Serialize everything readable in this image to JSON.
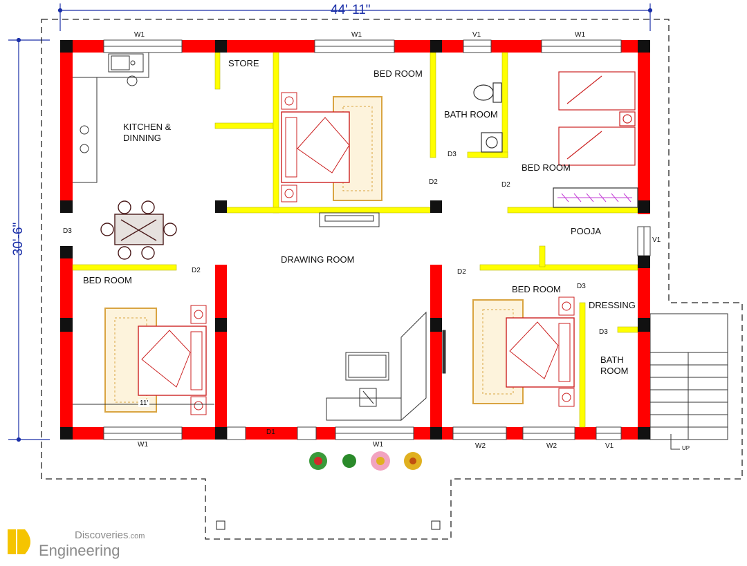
{
  "dimensions": {
    "width": "44'-11\"",
    "height": "30'-6\""
  },
  "rooms": {
    "store": "STORE",
    "kitchen": "KITCHEN &",
    "kitchen2": "DINNING",
    "bedroom_top_center": "BED ROOM",
    "bathroom_top": "BATH ROOM",
    "bedroom_top_right": "BED ROOM",
    "pooja": "POOJA",
    "drawing": "DRAWING ROOM",
    "bedroom_left": "BED ROOM",
    "bedroom_right": "BED ROOM",
    "dressing": "DRESSING",
    "bath2": "BATH",
    "bath2b": "ROOM"
  },
  "openings": {
    "w1_a": "W1",
    "w1_b": "W1",
    "v1_top": "V1",
    "w1_c": "W1",
    "d3_bath": "D3",
    "d2_a": "D2",
    "d2_b": "D2",
    "d3_left": "D3",
    "d2_c": "D2",
    "d2_d": "D2",
    "d3_dress": "D3",
    "d3_bath2": "D3",
    "v1_side": "V1",
    "w1_bl": "W1",
    "d1": "D1",
    "w1_bc": "W1",
    "w2_a": "W2",
    "w2_b": "W2",
    "v1_br": "V1"
  },
  "misc": {
    "bed_dim": "11'",
    "stair_up": "UP"
  },
  "brand": {
    "line1": "Discoveries",
    "line1_suffix": ".com",
    "line2": "Engineering",
    "mark": "DE"
  },
  "colors": {
    "wall": "#ff0000",
    "partition": "#ffff00",
    "column": "#111111",
    "dimension": "#1a2fa8",
    "furniture": "#cc2222",
    "wood": "#d9a441"
  }
}
